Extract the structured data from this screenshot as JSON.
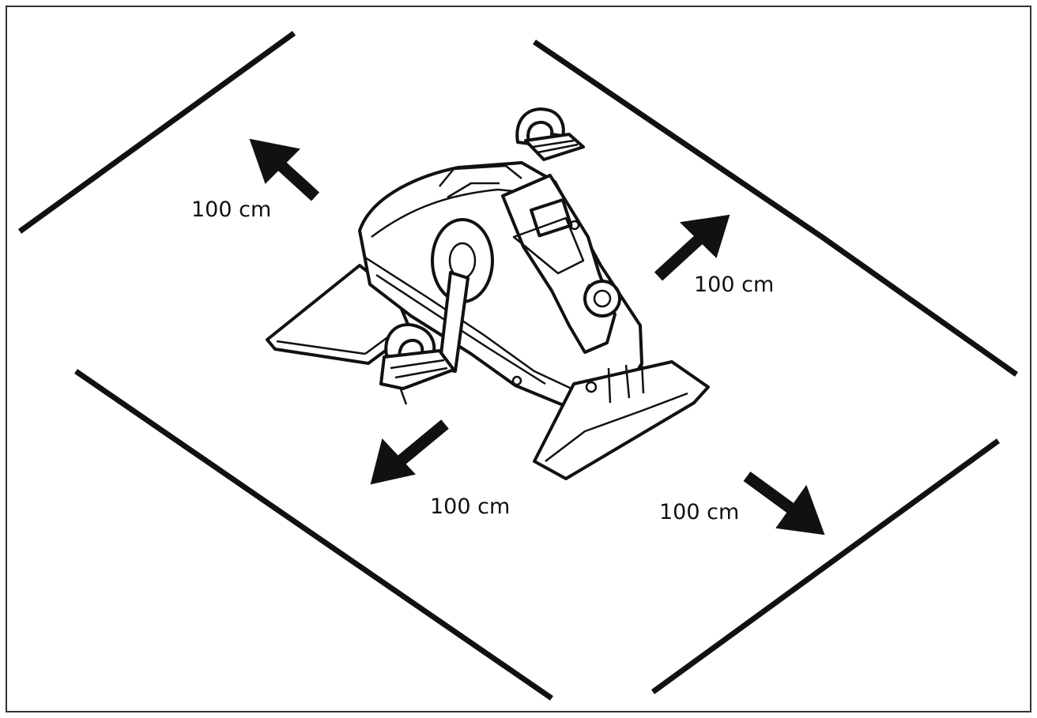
{
  "clearances": [
    {
      "position": "top-left",
      "label": "100 cm"
    },
    {
      "position": "top-right",
      "label": "100 cm"
    },
    {
      "position": "bottom-left",
      "label": "100 cm"
    },
    {
      "position": "bottom-right",
      "label": "100 cm"
    }
  ],
  "colors": {
    "ink": "#111111",
    "paper": "#ffffff"
  },
  "icons": {
    "device": "mini-pedal-exerciser-icon",
    "arrow": "arrow-icon"
  }
}
